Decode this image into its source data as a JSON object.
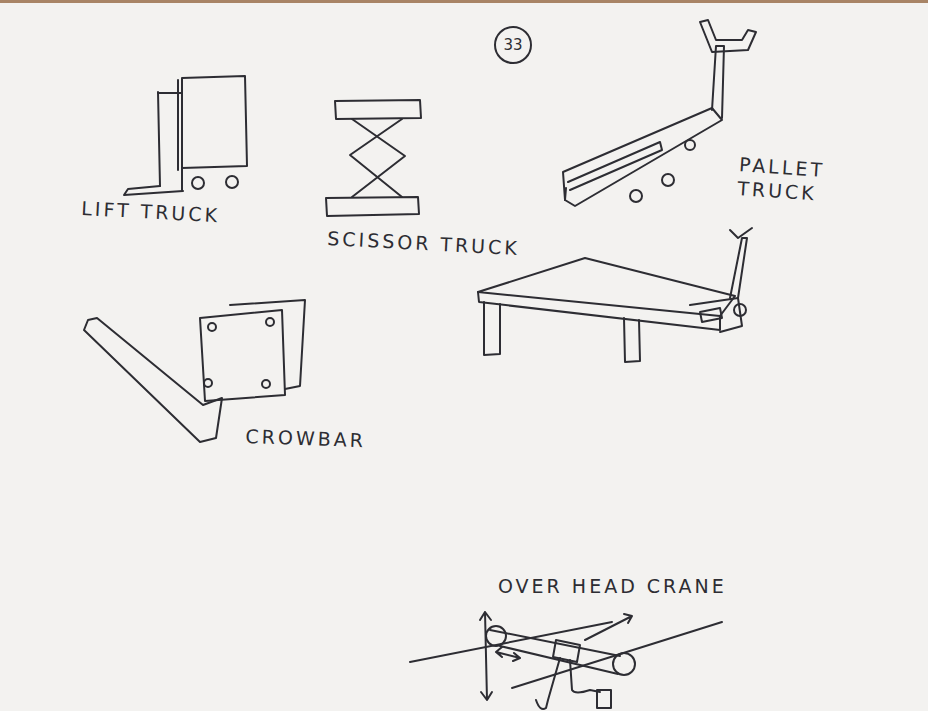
{
  "diagram": {
    "nodes": [
      {
        "text": [
          "33"
        ]
      }
    ],
    "labels": [
      "LIFT TRUCK",
      "SCISSOR TRUCK",
      "PALLET TRUCK",
      "CROWBAR",
      "OVER HEAD CRANE"
    ]
  }
}
